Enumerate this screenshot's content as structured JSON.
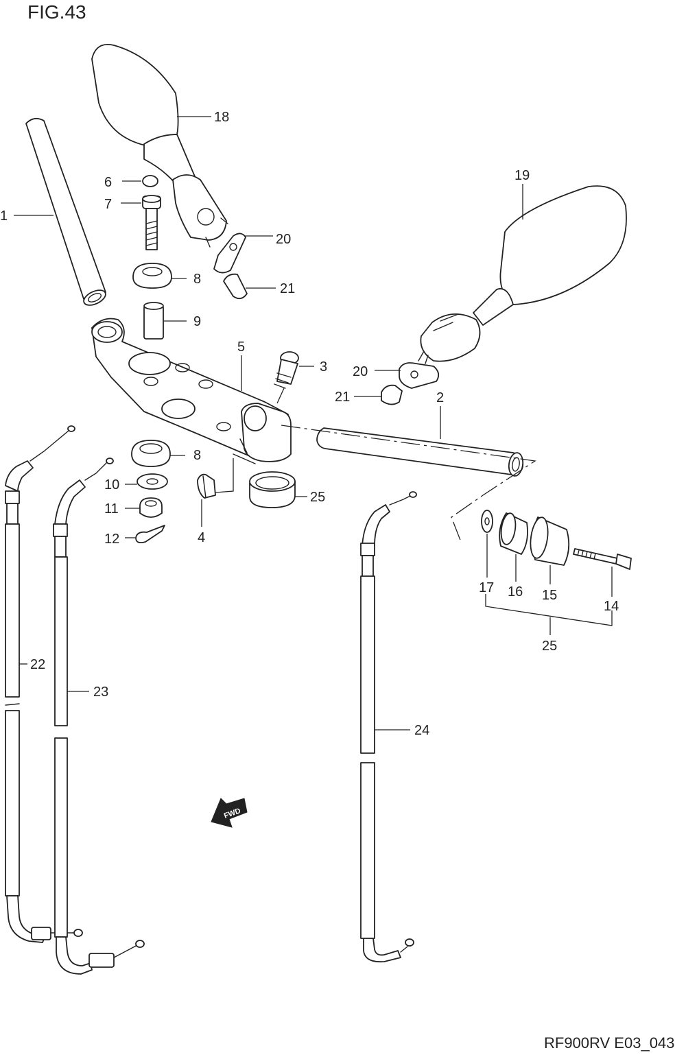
{
  "figure": {
    "title": "FIG.43",
    "code": "RF900RV E03_043"
  },
  "fwd_label": "FWD",
  "callouts": [
    {
      "id": "c1",
      "text": "1"
    },
    {
      "id": "c2",
      "text": "2"
    },
    {
      "id": "c3",
      "text": "3"
    },
    {
      "id": "c4",
      "text": "4"
    },
    {
      "id": "c5",
      "text": "5"
    },
    {
      "id": "c6",
      "text": "6"
    },
    {
      "id": "c7",
      "text": "7"
    },
    {
      "id": "c8a",
      "text": "8"
    },
    {
      "id": "c8b",
      "text": "8"
    },
    {
      "id": "c9",
      "text": "9"
    },
    {
      "id": "c10",
      "text": "10"
    },
    {
      "id": "c11",
      "text": "11"
    },
    {
      "id": "c12",
      "text": "12"
    },
    {
      "id": "c14",
      "text": "14"
    },
    {
      "id": "c15",
      "text": "15"
    },
    {
      "id": "c16",
      "text": "16"
    },
    {
      "id": "c17",
      "text": "17"
    },
    {
      "id": "c18",
      "text": "18"
    },
    {
      "id": "c19",
      "text": "19"
    },
    {
      "id": "c20a",
      "text": "20"
    },
    {
      "id": "c20b",
      "text": "20"
    },
    {
      "id": "c21a",
      "text": "21"
    },
    {
      "id": "c21b",
      "text": "21"
    },
    {
      "id": "c22",
      "text": "22"
    },
    {
      "id": "c23",
      "text": "23"
    },
    {
      "id": "c24",
      "text": "24"
    },
    {
      "id": "c25a",
      "text": "25"
    },
    {
      "id": "c25b",
      "text": "25"
    }
  ]
}
